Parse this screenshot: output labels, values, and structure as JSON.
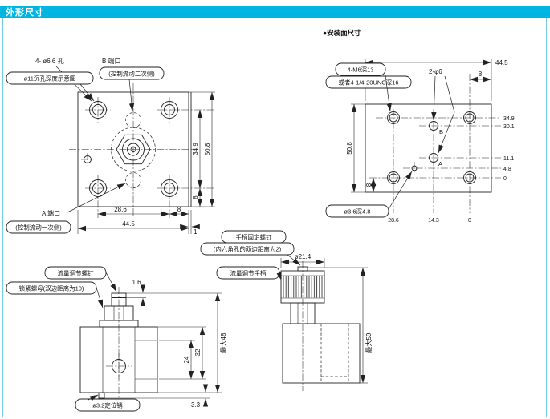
{
  "colors": {
    "header_bar": "#00b5e2",
    "frame_border": "#74cce4",
    "line": "#222222"
  },
  "header": {
    "title": "外形尺寸"
  },
  "note": {
    "mounting_face": "●安装面尺寸"
  },
  "flange_view": {
    "holes_label": "4- ø6.6 孔",
    "counterbore_label": "ø11沉孔深度示意图",
    "port_b_label": "B 端口",
    "port_b_note": "(控制流动二次侧)",
    "port_a_label": "A 端口",
    "port_a_note": "(控制流动一次侧)",
    "dim_hole_v_spacing": "34.9",
    "dim_height": "50.8",
    "dim_bottom_offset": "8",
    "dim_hole_h_spacing": "28.6",
    "dim_right_offset": "8",
    "dim_width": "44.5",
    "dim_edge": "1"
  },
  "mounting_view": {
    "thread_label": "4-M6深13",
    "thread_alt_label": "或者4-1/4-20UNC深16",
    "ports_label": "2-φ6",
    "dim_top_offset": "8",
    "dim_width": "44.5",
    "dim_height": "50.8",
    "dim_left_offset": "8",
    "pin_label": "ø3.6深4.8",
    "port_b": "B",
    "port_a": "A",
    "right_dims": [
      "34.9",
      "30.1",
      "11.1",
      "4.8",
      "0"
    ],
    "bottom_dims": [
      "28.6",
      "14.3",
      "0"
    ]
  },
  "screw_view": {
    "screw_label": "流量调节螺钉",
    "locknut_label": "锁紧螺母(双边距离为10)",
    "dim_slot": "1.6",
    "dim_24": "24",
    "dim_32": "32",
    "dim_max_height": "最大48",
    "pin_label": "ø3.2定位销",
    "dim_pin": "3.3"
  },
  "handle_view": {
    "setscrew_label": "手柄固定螺钉",
    "setscrew_note": "(内六角孔的双边距离为2)",
    "handle_label": "流量调节手柄",
    "dim_knob_dia": "ø21.4",
    "dim_max_height": "最大59"
  }
}
